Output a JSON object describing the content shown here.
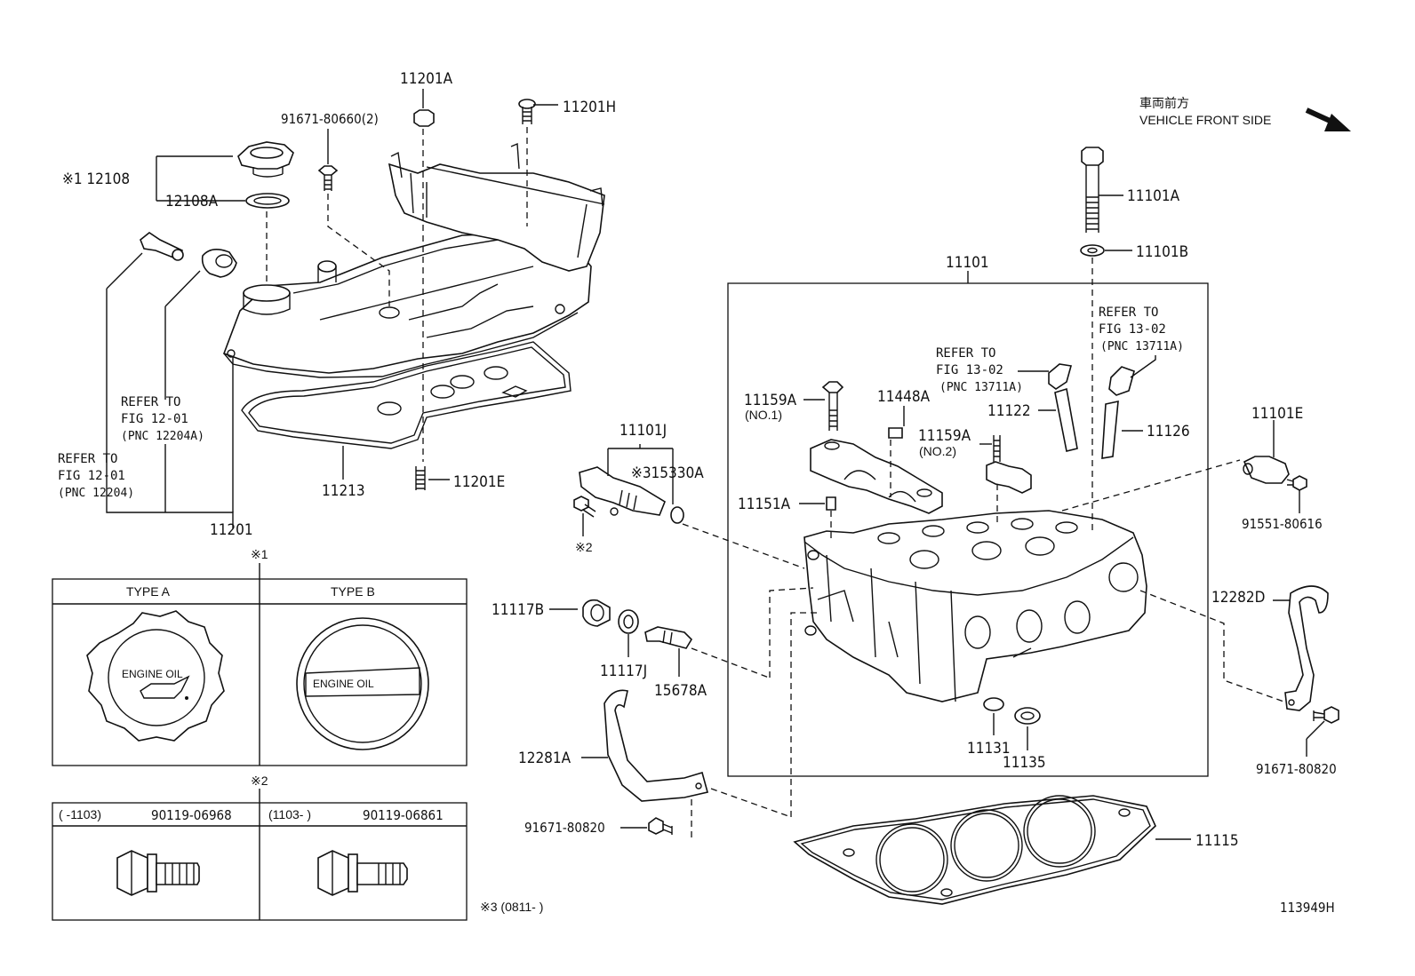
{
  "diagram_id": "113949H",
  "orientation": {
    "japanese": "車両前方",
    "english": "VEHICLE FRONT SIDE"
  },
  "callouts": {
    "p11201A": "11201A",
    "p11201H": "11201H",
    "p91671_80660": "91671-80660(2)",
    "p12108": "※1 12108",
    "p12108A": "12108A",
    "p11201E": "11201E",
    "p11213": "11213",
    "p11201": "11201",
    "p11101": "11101",
    "p11101A": "11101A",
    "p11101B": "11101B",
    "p11101J": "11101J",
    "p15330A": "※315330A",
    "note2_small": "※2",
    "p11159A_no1": "11159A",
    "p11159A_no1_sub": "(NO.1)",
    "p11448A": "11448A",
    "p11122": "11122",
    "p11126": "11126",
    "p11159A_no2": "11159A",
    "p11159A_no2_sub": "(NO.2)",
    "p11151A": "11151A",
    "p11101E": "11101E",
    "p91551_80616": "91551-80616",
    "p12282D": "12282D",
    "p11117B": "11117B",
    "p11117J": "11117J",
    "p15678A": "15678A",
    "p11131": "11131",
    "p11135": "11135",
    "p12281A": "12281A",
    "p91671_80820_left": "91671-80820",
    "p91671_80820_right": "91671-80820",
    "p11115": "11115"
  },
  "references": {
    "ref_12204A": [
      "REFER TO",
      "FIG 12-01",
      "(PNC 12204A)"
    ],
    "ref_12204": [
      "REFER TO",
      "FIG 12-01",
      "(PNC 12204)"
    ],
    "ref_13711A_mid": [
      "REFER TO",
      "FIG 13-02",
      "(PNC 13711A)"
    ],
    "ref_13711A_right": [
      "REFER TO",
      "FIG 13-02",
      "(PNC 13711A)"
    ]
  },
  "note1_box": {
    "marker": "※1",
    "type_a": "TYPE  A",
    "type_b": "TYPE  B",
    "cap_a_text": "ENGINE OIL",
    "cap_b_text": "ENGINE OIL"
  },
  "note2_box": {
    "marker": "※2",
    "left_range": "(        -1103)",
    "left_part": "90119-06968",
    "right_range": "(1103-          )",
    "right_part": "90119-06861"
  },
  "note3": "※3 (0811-        )"
}
